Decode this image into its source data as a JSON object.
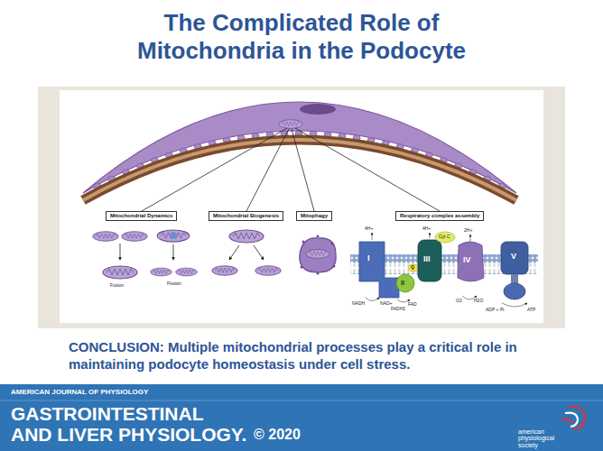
{
  "diagram": {
    "title": "The Complicated Role of Mitochondria in the Podocyte",
    "caption": "CONCLUSION: Multiple mitochondrial processes play a critical role in maintaining podocyte homeostasis under cell stress.",
    "nodes": [
      {
        "text": [
          "Mitochondrial Dynamics"
        ]
      },
      {
        "text": [
          "Mitochondrial Biogenesis"
        ]
      },
      {
        "text": [
          "Mitophagy"
        ]
      },
      {
        "text": [
          "Respiratory complex assembly"
        ]
      }
    ],
    "edges": [],
    "labels": [
      "Fusion",
      "Fission",
      "4H+",
      "4H+",
      "2H+",
      "I",
      "II",
      "Q",
      "III",
      "Cyt C",
      "IV",
      "V",
      "NADH",
      "NAD+",
      "FADH2",
      "FAD",
      "O2",
      "H2O",
      "ADP + Pi",
      "ATP",
      "AMERICAN JOURNAL OF PHYSIOLOGY",
      "GASTROINTESTINAL",
      "AND LIVER PHYSIOLOGY.",
      "© 2020",
      "american physiological society"
    ]
  }
}
